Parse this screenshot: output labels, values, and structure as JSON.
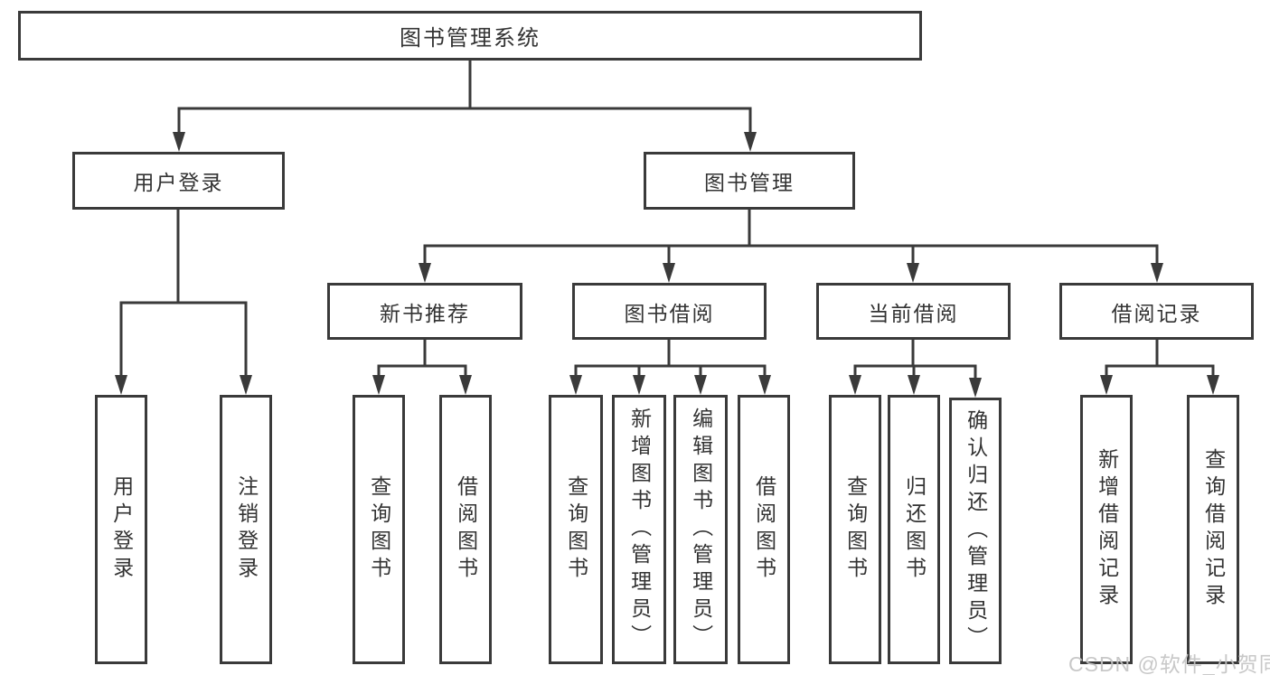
{
  "diagram": {
    "root": {
      "label": "图书管理系统"
    },
    "login": {
      "label": "用户登录",
      "children": [
        {
          "label": "用户登录"
        },
        {
          "label": "注销登录"
        }
      ]
    },
    "management": {
      "label": "图书管理",
      "sections": [
        {
          "label": "新书推荐",
          "children": [
            {
              "label": "查询图书"
            },
            {
              "label": "借阅图书"
            }
          ]
        },
        {
          "label": "图书借阅",
          "children": [
            {
              "label": "查询图书"
            },
            {
              "label": "新增图书（管理员）"
            },
            {
              "label": "编辑图书（管理员）"
            },
            {
              "label": "借阅图书"
            }
          ]
        },
        {
          "label": "当前借阅",
          "children": [
            {
              "label": "查询图书"
            },
            {
              "label": "归还图书"
            },
            {
              "label": "确认归还（管理员）"
            }
          ]
        },
        {
          "label": "借阅记录",
          "children": [
            {
              "label": "新增借阅记录"
            },
            {
              "label": "查询借阅记录"
            }
          ]
        }
      ]
    },
    "watermark": "CSDN @软件_小贺同学",
    "colors": {
      "stroke": "#3a3a3a",
      "text": "#333333",
      "watermark": "#c3c3c3",
      "background": "#ffffff"
    }
  }
}
